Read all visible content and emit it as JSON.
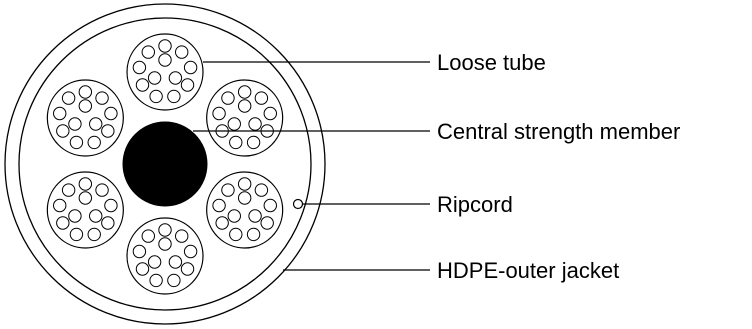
{
  "diagram": {
    "labels": {
      "loose_tube": "Loose tube",
      "central_strength_member": "Central strength member",
      "ripcord": "Ripcord",
      "outer_jacket": "HDPE-outer jacket"
    },
    "counts": {
      "loose_tubes": 6,
      "fibers_per_tube": 12
    },
    "colors": {
      "stroke": "#000000",
      "central_member_fill": "#000000",
      "background": "#ffffff"
    }
  }
}
